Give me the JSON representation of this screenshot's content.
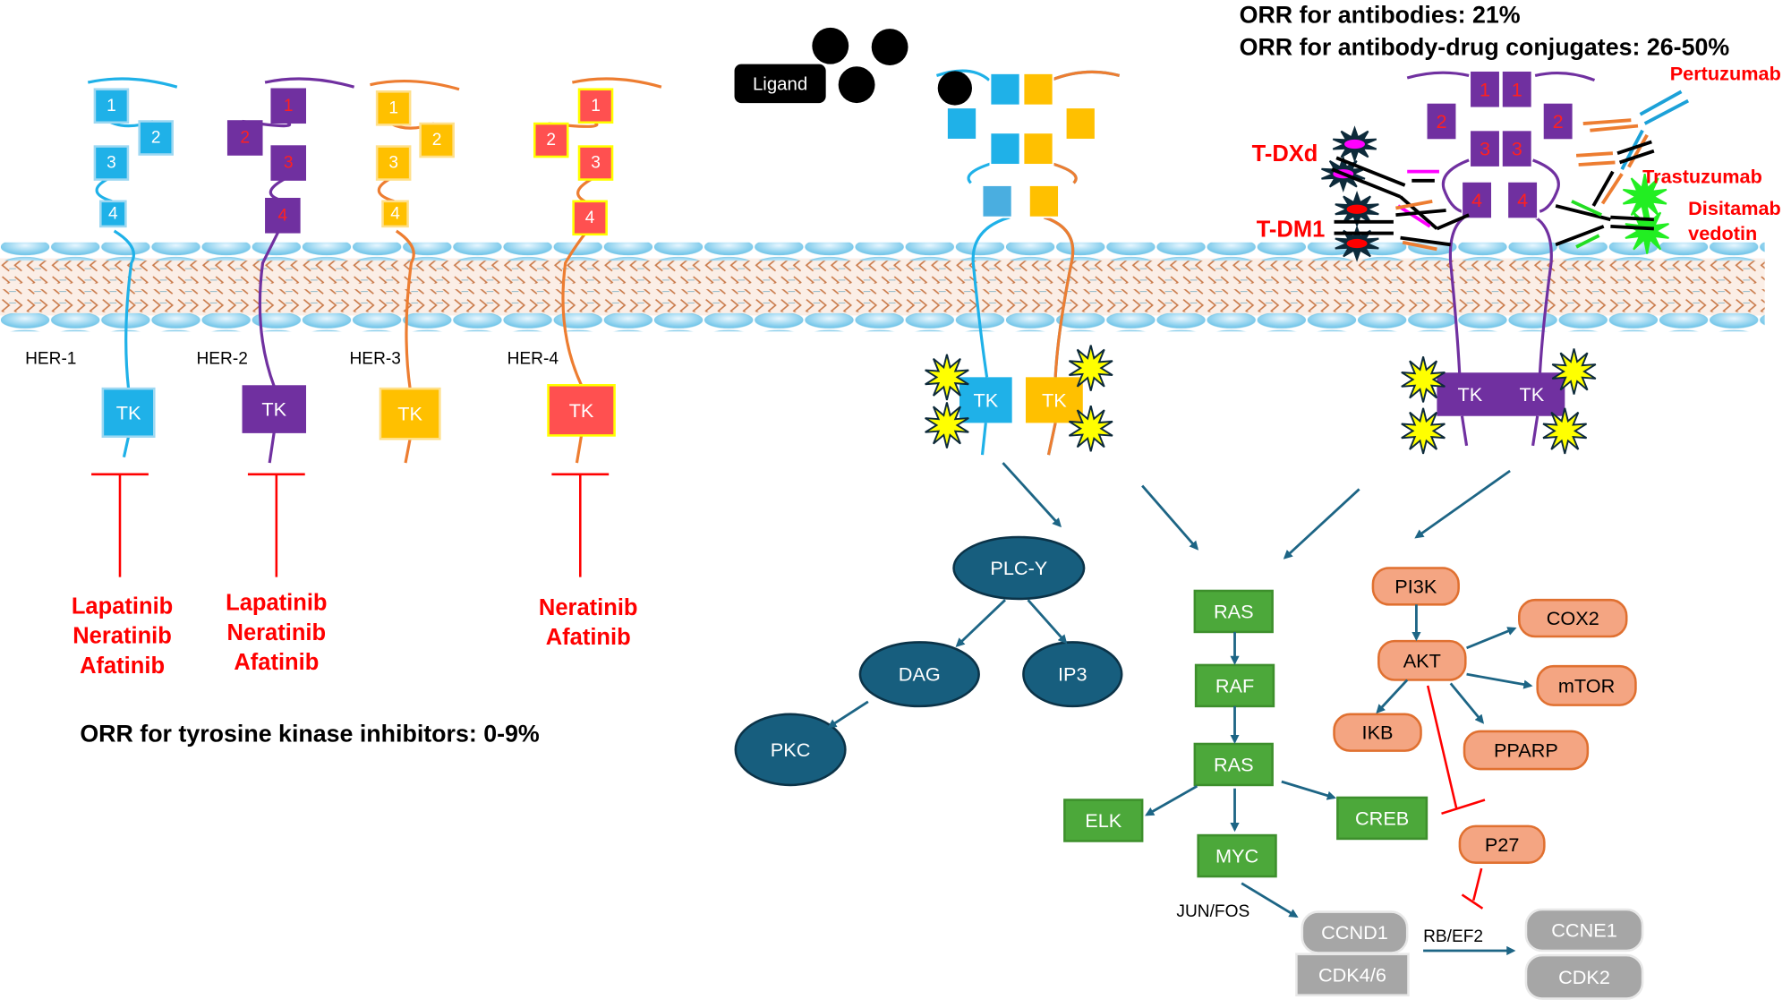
{
  "colors": {
    "her1": "#1fb1e8",
    "her2": "#7030a0",
    "her3": "#ffc000",
    "her4": "#ff5050",
    "drug_text": "#ff0000",
    "plc_pathway": "#175e7e",
    "mapk_pathway": "#4ca83a",
    "pi3k_pathway": "#f4a582",
    "cell_cycle": "#a6a6a6"
  },
  "receptors": [
    {
      "name": "HER-1",
      "domains": [
        "1",
        "2",
        "3",
        "4"
      ],
      "kinase": "TK",
      "inhibitors": [
        "Lapatinib",
        "Neratinib",
        "Afatinib"
      ]
    },
    {
      "name": "HER-2",
      "domains": [
        "1",
        "2",
        "3",
        "4"
      ],
      "kinase": "TK",
      "inhibitors": [
        "Lapatinib",
        "Neratinib",
        "Afatinib"
      ]
    },
    {
      "name": "HER-3",
      "domains": [
        "1",
        "2",
        "3",
        "4"
      ],
      "kinase": "TK",
      "inhibitors": []
    },
    {
      "name": "HER-4",
      "domains": [
        "1",
        "2",
        "3",
        "4"
      ],
      "kinase": "TK",
      "inhibitors": [
        "Neratinib",
        "Afatinib"
      ]
    }
  ],
  "tki_orr": "ORR for tyrosine kinase inhibitors: 0-9%",
  "ligand_label": "Ligand",
  "heterodimer": {
    "kinase_left": "TK",
    "kinase_right": "TK"
  },
  "her2_dimer": {
    "domains": [
      "1",
      "2",
      "3",
      "4"
    ],
    "kinase_left": "TK",
    "kinase_right": "TK"
  },
  "antibody_orr": "ORR for antibodies: 21%",
  "adc_orr": "ORR for antibody-drug conjugates: 26-50%",
  "drugs": {
    "pertuzumab": "Pertuzumab",
    "tdxd": "T-DXd",
    "tdm1": "T-DM1",
    "trastuzumab": "Trastuzumab",
    "disitamab_1": "Disitamab",
    "disitamab_2": "vedotin"
  },
  "pathway": {
    "plc": [
      "PLC-Y",
      "DAG",
      "IP3",
      "PKC"
    ],
    "mapk": [
      "RAS",
      "RAF",
      "RAS",
      "ELK",
      "MYC",
      "CREB"
    ],
    "pi3k": [
      "PI3K",
      "AKT",
      "COX2",
      "mTOR",
      "IKB",
      "PPARP",
      "P27"
    ],
    "cell_cycle": [
      "CCND1",
      "CDK4/6",
      "CCNE1",
      "CDK2"
    ],
    "jun_fos": "JUN/FOS",
    "rb_ef2": "RB/EF2"
  }
}
